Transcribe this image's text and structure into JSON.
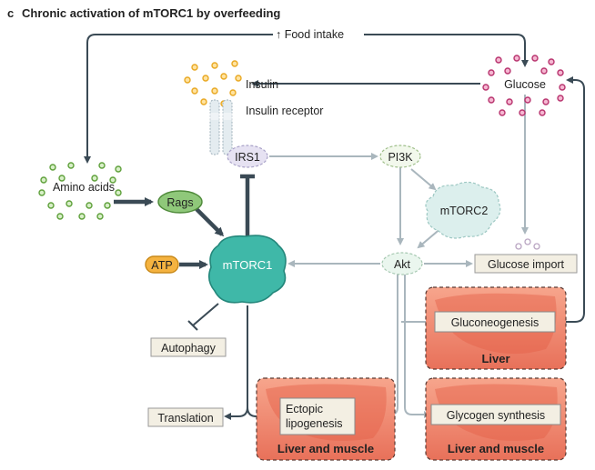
{
  "title": {
    "letter": "c",
    "text": "Chronic activation of mTORC1 by overfeeding"
  },
  "labels": {
    "food_intake": "↑ Food intake",
    "insulin": "Insulin",
    "insulin_receptor": "Insulin receptor",
    "glucose": "Glucose",
    "amino_acids": "Amino acids",
    "irs1": "IRS1",
    "pi3k": "PI3K",
    "rags": "Rags",
    "mtorc2": "mTORC2",
    "atp": "ATP",
    "mtorc1": "mTORC1",
    "akt": "Akt",
    "glucose_import": "Glucose import",
    "gluconeogenesis": "Gluconeogenesis",
    "liver": "Liver",
    "autophagy": "Autophagy",
    "translation": "Translation",
    "ectopic_lipogenesis_1": "Ectopic",
    "ectopic_lipogenesis_2": "lipogenesis",
    "liver_and_muscle_1": "Liver and muscle",
    "glycogen_synthesis": "Glycogen synthesis",
    "liver_and_muscle_2": "Liver and muscle"
  },
  "colors": {
    "arrow_dark": "#3a4a55",
    "arrow_light": "#a9b6bd",
    "insulin_dot": "#f0b840",
    "glucose_dot": "#c0407a",
    "amino_dot": "#6fb040",
    "rags": "#8fc87a",
    "mtorc1": "#3fb8a8",
    "mtorc2": "#d8eeec",
    "atp": "#f5b340",
    "organ_box": "#f0917a",
    "label_box": "#f3efe3"
  }
}
